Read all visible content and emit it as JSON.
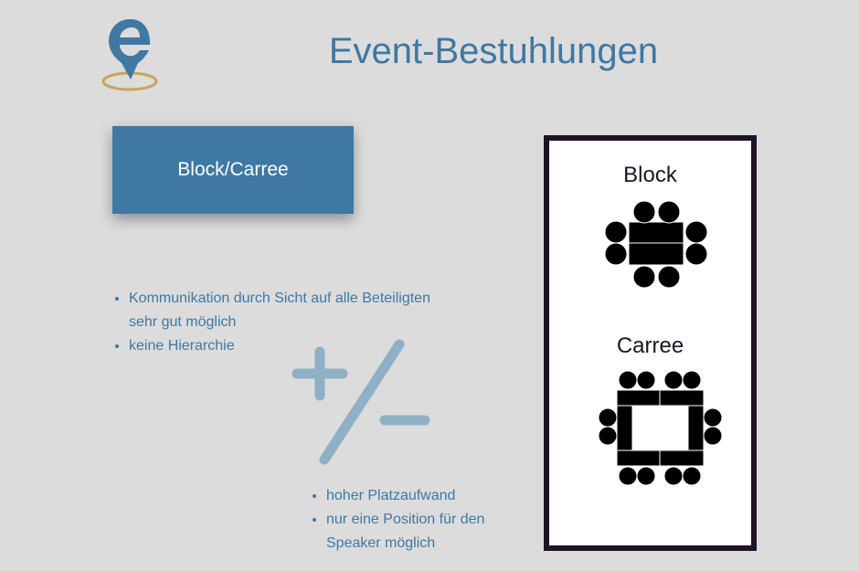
{
  "header": {
    "title": "Event-Bestuhlungen",
    "logo": "e-location-pin-logo"
  },
  "tab": {
    "label": "Block/Carree"
  },
  "pros": [
    "Kommunikation durch Sicht auf alle Beteiligten sehr gut möglich",
    "keine Hierarchie"
  ],
  "cons": [
    "hoher Platzaufwand",
    "nur eine Position für den Speaker möglich"
  ],
  "panel": {
    "block_label": "Block",
    "carree_label": "Carree"
  },
  "colors": {
    "accent": "#3f78a3",
    "gold": "#c8a45a",
    "frame": "#1e1426"
  }
}
